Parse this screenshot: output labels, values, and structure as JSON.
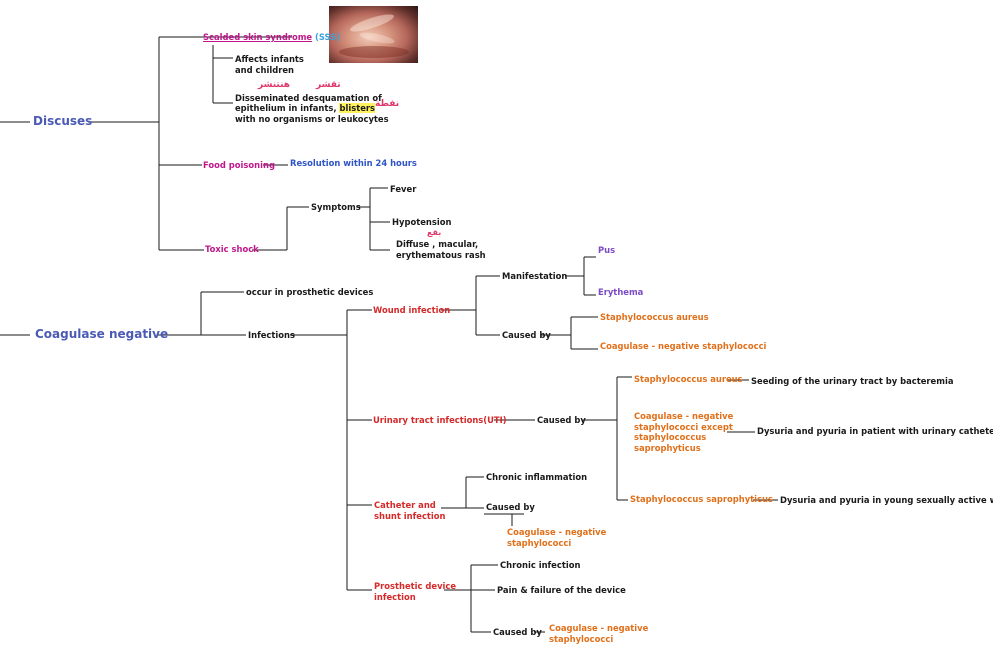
{
  "discuses": {
    "title": "Discuses",
    "sss": {
      "label": "Scalded skin syndrome",
      "abbr": "(SSS)"
    },
    "sss_points": {
      "affects": "Affects infants\nand children",
      "desq_1": "Disseminated desquamation of",
      "desq_2a": "epithelium in infants, ",
      "desq_2b": "blisters",
      "desq_3": "with no organisms or leukocytes",
      "arabic_desq": "هنتنشر",
      "arabic_peel": "تقشر",
      "arabic_blister": "نفطة"
    },
    "food_poisoning": {
      "label": "Food poisoning",
      "resolution": "Resolution within 24 hours"
    },
    "toxic_shock": {
      "label": "Toxic shock",
      "symptoms_label": "Symptoms",
      "symptoms": [
        "Fever",
        "Hypotension",
        "Diffuse , macular,\nerythematous rash"
      ],
      "arabic_rash": "بقع"
    }
  },
  "coag_neg": {
    "title": "Coagulase negative",
    "prosthetic_devices": "occur in prosthetic devices",
    "infections_label": "Infections",
    "wound": {
      "label": "Wound infection",
      "manifestation_label": "Manifestation",
      "manifestations": [
        "Pus",
        "Erythema"
      ],
      "caused_by_label": "Caused by",
      "causes": [
        "Staphylococcus aureus",
        "Coagulase - negative staphylococci"
      ]
    },
    "uti": {
      "label": "Urinary tract infections(UTI)",
      "caused_by_label": "Caused by",
      "causes": [
        {
          "name": "Staphylococcus aureus",
          "result": "Seeding of the urinary tract by bacteremia"
        },
        {
          "name": "Coagulase - negative\nstaphylococci except\nstaphylococcus\nsaprophyticus",
          "result": "Dysuria and pyuria in patient with urinary catheters"
        },
        {
          "name": "Staphylococcus saprophyticus",
          "result": "Dysuria and pyuria in young sexually active women"
        }
      ]
    },
    "catheter": {
      "label": "Catheter and\nshunt infection",
      "chronic": "Chronic inflammation",
      "caused_by_label": "Caused by",
      "cause": "Coagulase - negative\nstaphylococci"
    },
    "prosthetic": {
      "label": "Prosthetic device\ninfection",
      "chronic": "Chronic infection",
      "pain": "Pain & failure of the device",
      "caused_by_label": "Caused by",
      "cause": "Coagulase - negative\nstaphylococci"
    }
  },
  "image": {
    "description_icon": "skin-photo"
  },
  "colors": {
    "title": "#4b5bb5",
    "pink": "#c0188c",
    "blue": "#2f55c6",
    "red": "#d42a2a",
    "orange": "#e0711c",
    "purple": "#7b4bc4",
    "highlight": "#fff25a",
    "line": "#1a1a1a"
  }
}
